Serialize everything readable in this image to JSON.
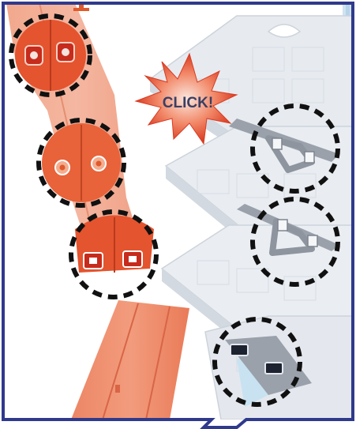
{
  "illustration": {
    "callout_text": "CLICK!",
    "colors": {
      "frame": "#2f3a8c",
      "track_orange": "#e86a44",
      "track_red": "#d2452a",
      "shelf_gray": "#e4e8ee",
      "bracket_gray": "#8e959f",
      "dashed_circle": "#111111",
      "burst_red": "#e24a2c"
    },
    "dashed_highlights": [
      "track-connector-top",
      "track-connector-middle",
      "track-connector-bottom",
      "bracket-clip-upper",
      "bracket-clip-lower",
      "ramp-connector"
    ]
  }
}
